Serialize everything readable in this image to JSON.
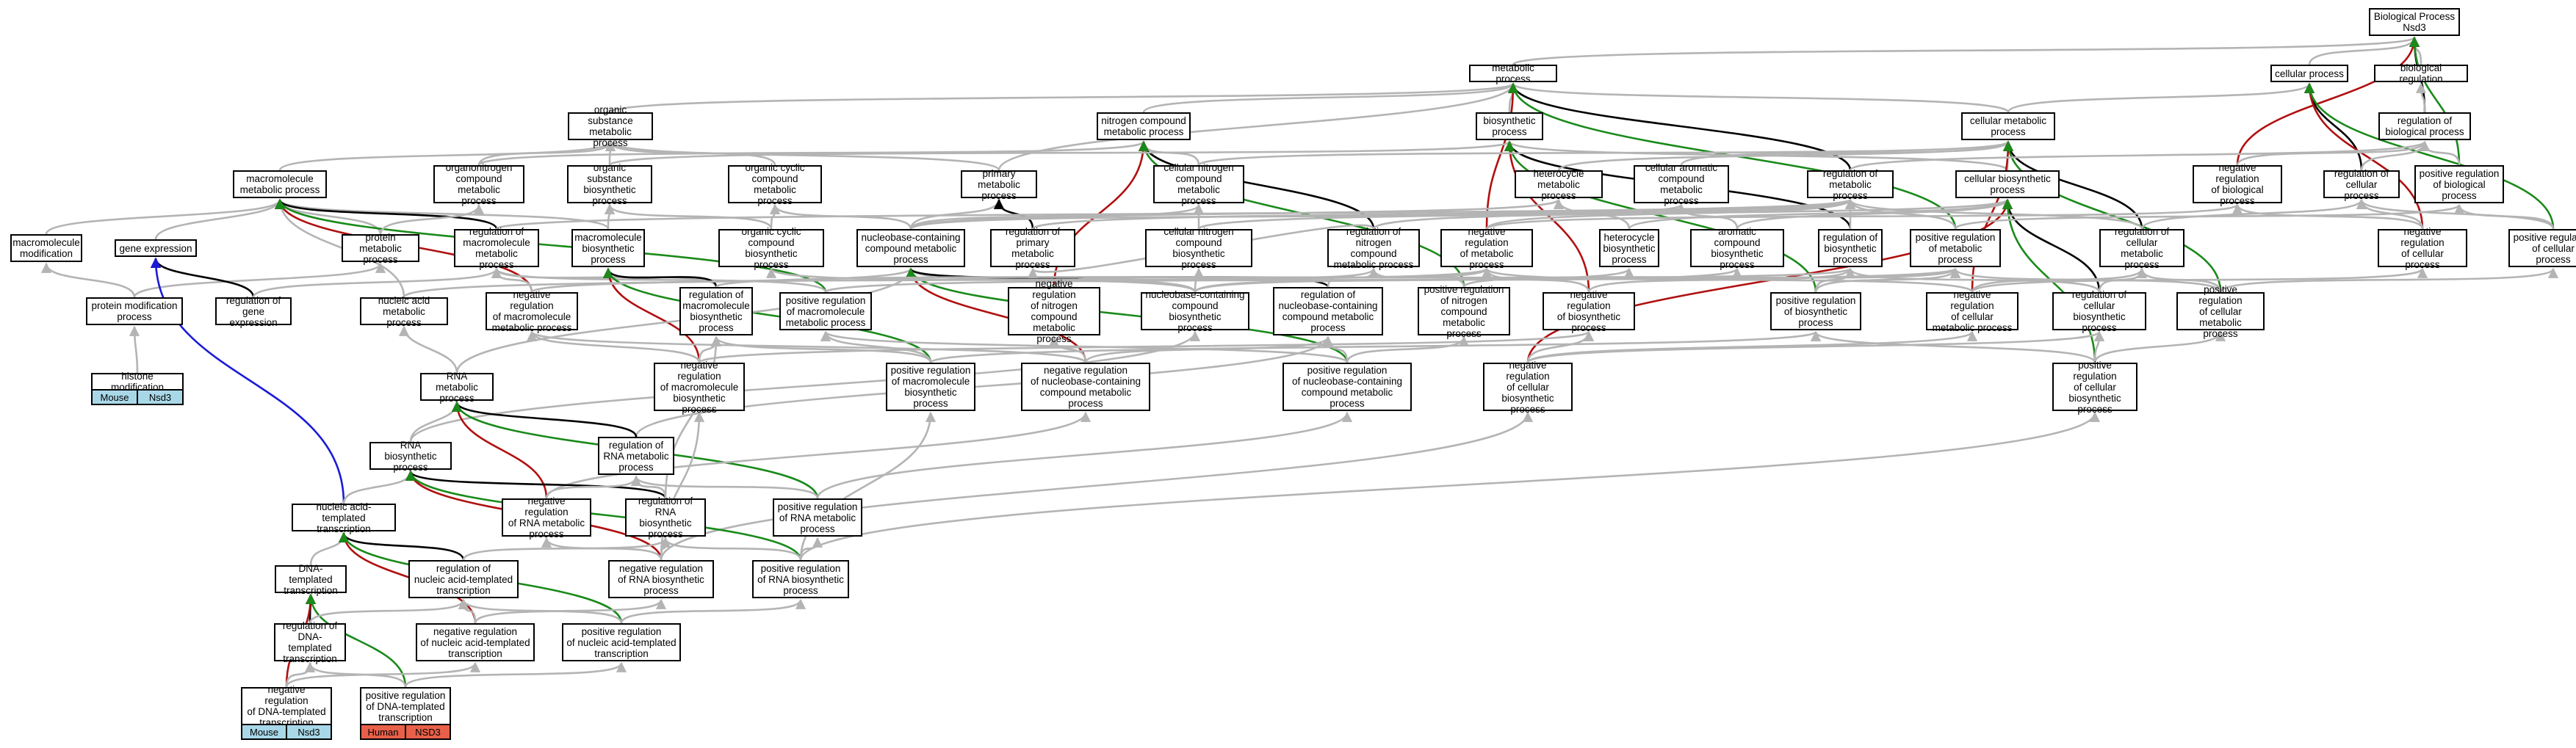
{
  "nodes": [
    {
      "id": "bp",
      "label": "Biological Process\nNsd3"
    },
    {
      "id": "cp",
      "label": "cellular process"
    },
    {
      "id": "breg",
      "label": "biological regulation"
    },
    {
      "id": "mp",
      "label": "metabolic process"
    },
    {
      "id": "osmp",
      "label": "organic substance\nmetabolic process"
    },
    {
      "id": "ncmp",
      "label": "nitrogen compound\nmetabolic process"
    },
    {
      "id": "bsp",
      "label": "biosynthetic\nprocess"
    },
    {
      "id": "cmp",
      "label": "cellular metabolic\nprocess"
    },
    {
      "id": "rbp",
      "label": "regulation of\nbiological process"
    },
    {
      "id": "mmp",
      "label": "macromolecule\nmetabolic process"
    },
    {
      "id": "onmp",
      "label": "organonitrogen\ncompound metabolic\nprocess"
    },
    {
      "id": "osbp",
      "label": "organic substance\nbiosynthetic\nprocess"
    },
    {
      "id": "occmp",
      "label": "organic cyclic\ncompound metabolic\nprocess"
    },
    {
      "id": "pmp",
      "label": "primary metabolic\nprocess"
    },
    {
      "id": "cncmp",
      "label": "cellular nitrogen\ncompound metabolic\nprocess"
    },
    {
      "id": "hmp",
      "label": "heterocycle\nmetabolic process"
    },
    {
      "id": "camp",
      "label": "cellular aromatic\ncompound metabolic\nprocess"
    },
    {
      "id": "rmp",
      "label": "regulation of\nmetabolic process"
    },
    {
      "id": "cbsp",
      "label": "cellular biosynthetic\nprocess"
    },
    {
      "id": "nrbp",
      "label": "negative regulation\nof biological\nprocess"
    },
    {
      "id": "rcp",
      "label": "regulation of\ncellular process"
    },
    {
      "id": "prbp",
      "label": "positive regulation\nof biological\nprocess"
    },
    {
      "id": "mmod",
      "label": "macromolecule\nmodification"
    },
    {
      "id": "ge",
      "label": "gene expression"
    },
    {
      "id": "prmp",
      "label": "protein metabolic\nprocess"
    },
    {
      "id": "rmmp",
      "label": "regulation of\nmacromolecule\nmetabolic process"
    },
    {
      "id": "mbp",
      "label": "macromolecule\nbiosynthetic\nprocess"
    },
    {
      "id": "occbp",
      "label": "organic cyclic\ncompound biosynthetic\nprocess"
    },
    {
      "id": "nbcmp",
      "label": "nucleobase-containing\ncompound metabolic\nprocess"
    },
    {
      "id": "rpmp",
      "label": "regulation of\nprimary metabolic\nprocess"
    },
    {
      "id": "cncbp",
      "label": "cellular nitrogen\ncompound biosynthetic\nprocess"
    },
    {
      "id": "rncmp",
      "label": "regulation of\nnitrogen compound\nmetabolic process"
    },
    {
      "id": "nrmp",
      "label": "negative regulation\nof metabolic\nprocess"
    },
    {
      "id": "hbp",
      "label": "heterocycle\nbiosynthetic\nprocess"
    },
    {
      "id": "acbp",
      "label": "aromatic compound\nbiosynthetic\nprocess"
    },
    {
      "id": "rbsp",
      "label": "regulation of\nbiosynthetic\nprocess"
    },
    {
      "id": "prmep",
      "label": "positive regulation\nof metabolic\nprocess"
    },
    {
      "id": "rcmp",
      "label": "regulation of\ncellular metabolic\nprocess"
    },
    {
      "id": "nrcp",
      "label": "negative regulation\nof cellular\nprocess"
    },
    {
      "id": "prcp",
      "label": "positive regulation\nof cellular\nprocess"
    },
    {
      "id": "pmod",
      "label": "protein modification\nprocess"
    },
    {
      "id": "rge",
      "label": "regulation of\ngene expression"
    },
    {
      "id": "namp",
      "label": "nucleic acid\nmetabolic process"
    },
    {
      "id": "nrmmp",
      "label": "negative regulation\nof macromolecule\nmetabolic process"
    },
    {
      "id": "rmbp",
      "label": "regulation of\nmacromolecule\nbiosynthetic\nprocess"
    },
    {
      "id": "prmmp",
      "label": "positive regulation\nof macromolecule\nmetabolic process"
    },
    {
      "id": "nrncmp",
      "label": "negative regulation\nof nitrogen\ncompound metabolic\nprocess"
    },
    {
      "id": "nbcbp",
      "label": "nucleobase-containing\ncompound biosynthetic\nprocess"
    },
    {
      "id": "rnbcmp",
      "label": "regulation of\nnucleobase-containing\ncompound metabolic\nprocess"
    },
    {
      "id": "prncmp",
      "label": "positive regulation\nof nitrogen\ncompound metabolic\nprocess"
    },
    {
      "id": "nrbsp",
      "label": "negative regulation\nof biosynthetic\nprocess"
    },
    {
      "id": "prbsp",
      "label": "positive regulation\nof biosynthetic\nprocess"
    },
    {
      "id": "nrcmp",
      "label": "negative regulation\nof cellular\nmetabolic process"
    },
    {
      "id": "rcbsp",
      "label": "regulation of\ncellular biosynthetic\nprocess"
    },
    {
      "id": "prcmp",
      "label": "positive regulation\nof cellular\nmetabolic process"
    },
    {
      "id": "hmod",
      "label": "histone modification"
    },
    {
      "id": "rnamp",
      "label": "RNA metabolic\nprocess"
    },
    {
      "id": "nrmbp",
      "label": "negative regulation\nof macromolecule\nbiosynthetic\nprocess"
    },
    {
      "id": "prmbp",
      "label": "positive regulation\nof macromolecule\nbiosynthetic\nprocess"
    },
    {
      "id": "nrnbcmp",
      "label": "negative regulation\nof nucleobase-containing\ncompound metabolic\nprocess"
    },
    {
      "id": "prnbcmp",
      "label": "positive regulation\nof nucleobase-containing\ncompound metabolic\nprocess"
    },
    {
      "id": "nrcbsp",
      "label": "negative regulation\nof cellular\nbiosynthetic\nprocess"
    },
    {
      "id": "prcbsp",
      "label": "positive regulation\nof cellular\nbiosynthetic\nprocess"
    },
    {
      "id": "rnabp",
      "label": "RNA biosynthetic\nprocess"
    },
    {
      "id": "rrnamp",
      "label": "regulation of\nRNA metabolic\nprocess"
    },
    {
      "id": "natt",
      "label": "nucleic acid-templated\ntranscription"
    },
    {
      "id": "nrrnamp",
      "label": "negative regulation\nof RNA metabolic\nprocess"
    },
    {
      "id": "rrnabp",
      "label": "regulation of\nRNA biosynthetic\nprocess"
    },
    {
      "id": "prrnamp",
      "label": "positive regulation\nof RNA metabolic\nprocess"
    },
    {
      "id": "dtt",
      "label": "DNA-templated\ntranscription"
    },
    {
      "id": "rnatt",
      "label": "regulation of\nnucleic acid-templated\ntranscription"
    },
    {
      "id": "nrrnabp",
      "label": "negative regulation\nof RNA biosynthetic\nprocess"
    },
    {
      "id": "prrnabp",
      "label": "positive regulation\nof RNA biosynthetic\nprocess"
    },
    {
      "id": "rdtt",
      "label": "regulation of\nDNA-templated\ntranscription"
    },
    {
      "id": "nrnatt",
      "label": "negative regulation\nof nucleic acid-templated\ntranscription"
    },
    {
      "id": "prnatt",
      "label": "positive regulation\nof nucleic acid-templated\ntranscription"
    },
    {
      "id": "nrdtt",
      "label": "negative regulation\nof DNA-templated\ntranscription"
    },
    {
      "id": "prdtt",
      "label": "positive regulation\nof DNA-templated\ntranscription"
    }
  ],
  "annotations": [
    {
      "node": "hmod",
      "species": "Mouse",
      "gene": "Nsd3",
      "color": "#a8d8e8"
    },
    {
      "node": "nrdtt",
      "species": "Mouse",
      "gene": "Nsd3",
      "color": "#a8d8e8"
    },
    {
      "node": "prdtt",
      "species": "Human",
      "gene": "NSD3",
      "color": "#e8604a"
    }
  ],
  "edge_colors": {
    "is_a": "#b4b4b4",
    "part_of": "#000000",
    "negatively_regulates": "#b01010",
    "positively_regulates": "#1a8a1a",
    "regulates": "#000000",
    "other": "#1a1ad8"
  },
  "edges": [
    [
      "cp",
      "bp",
      "is_a"
    ],
    [
      "breg",
      "bp",
      "is_a"
    ],
    [
      "mp",
      "bp",
      "is_a"
    ],
    [
      "rbp",
      "bp",
      "regulates"
    ],
    [
      "nrbp",
      "bp",
      "negatively_regulates"
    ],
    [
      "prbp",
      "bp",
      "positively_regulates"
    ],
    [
      "cmp",
      "cp",
      "is_a"
    ],
    [
      "rcp",
      "cp",
      "regulates"
    ],
    [
      "nrcp",
      "cp",
      "negatively_regulates"
    ],
    [
      "prcp",
      "cp",
      "positively_regulates"
    ],
    [
      "rbp",
      "breg",
      "is_a"
    ],
    [
      "osmp",
      "mp",
      "is_a"
    ],
    [
      "ncmp",
      "mp",
      "is_a"
    ],
    [
      "bsp",
      "mp",
      "is_a"
    ],
    [
      "cmp",
      "mp",
      "is_a"
    ],
    [
      "pmp",
      "mp",
      "is_a"
    ],
    [
      "rmp",
      "mp",
      "regulates"
    ],
    [
      "nrmp",
      "mp",
      "negatively_regulates"
    ],
    [
      "prmep",
      "mp",
      "positively_regulates"
    ],
    [
      "mmp",
      "osmp",
      "is_a"
    ],
    [
      "onmp",
      "osmp",
      "is_a"
    ],
    [
      "osbp",
      "osmp",
      "is_a"
    ],
    [
      "occmp",
      "osmp",
      "is_a"
    ],
    [
      "pmp",
      "osmp",
      "is_a"
    ],
    [
      "onmp",
      "ncmp",
      "is_a"
    ],
    [
      "cncmp",
      "ncmp",
      "is_a"
    ],
    [
      "rncmp",
      "ncmp",
      "regulates"
    ],
    [
      "nrncmp",
      "ncmp",
      "negatively_regulates"
    ],
    [
      "prncmp",
      "ncmp",
      "positively_regulates"
    ],
    [
      "osbp",
      "bsp",
      "is_a"
    ],
    [
      "cbsp",
      "bsp",
      "is_a"
    ],
    [
      "rbsp",
      "bsp",
      "regulates"
    ],
    [
      "nrbsp",
      "bsp",
      "negatively_regulates"
    ],
    [
      "prbsp",
      "bsp",
      "positively_regulates"
    ],
    [
      "cbsp",
      "cmp",
      "is_a"
    ],
    [
      "cncmp",
      "cmp",
      "is_a"
    ],
    [
      "hmp",
      "cmp",
      "is_a"
    ],
    [
      "camp",
      "cmp",
      "is_a"
    ],
    [
      "rcmp",
      "cmp",
      "regulates"
    ],
    [
      "nrcmp",
      "cmp",
      "negatively_regulates"
    ],
    [
      "prcmp",
      "cmp",
      "positively_regulates"
    ],
    [
      "rmp",
      "rbp",
      "is_a"
    ],
    [
      "rcp",
      "rbp",
      "is_a"
    ],
    [
      "nrbp",
      "rbp",
      "is_a"
    ],
    [
      "prbp",
      "rbp",
      "is_a"
    ],
    [
      "mmod",
      "mmp",
      "is_a"
    ],
    [
      "ge",
      "mmp",
      "is_a"
    ],
    [
      "prmp",
      "mmp",
      "is_a"
    ],
    [
      "mbp",
      "mmp",
      "is_a"
    ],
    [
      "namp",
      "mmp",
      "is_a"
    ],
    [
      "rmmp",
      "mmp",
      "regulates"
    ],
    [
      "nrmmp",
      "mmp",
      "negatively_regulates"
    ],
    [
      "prmmp",
      "mmp",
      "positively_regulates"
    ],
    [
      "prmp",
      "onmp",
      "is_a"
    ],
    [
      "mbp",
      "osbp",
      "is_a"
    ],
    [
      "occbp",
      "osbp",
      "is_a"
    ],
    [
      "occbp",
      "occmp",
      "is_a"
    ],
    [
      "nbcmp",
      "occmp",
      "is_a"
    ],
    [
      "nbcmp",
      "pmp",
      "is_a"
    ],
    [
      "rpmp",
      "pmp",
      "regulates"
    ],
    [
      "cncbp",
      "cncmp",
      "is_a"
    ],
    [
      "nbcmp",
      "cncmp",
      "is_a"
    ],
    [
      "hbp",
      "hmp",
      "is_a"
    ],
    [
      "nbcmp",
      "hmp",
      "is_a"
    ],
    [
      "acbp",
      "camp",
      "is_a"
    ],
    [
      "nbcmp",
      "camp",
      "is_a"
    ],
    [
      "rbsp",
      "rmp",
      "is_a"
    ],
    [
      "rcmp",
      "rmp",
      "is_a"
    ],
    [
      "rpmp",
      "rmp",
      "is_a"
    ],
    [
      "rncmp",
      "rmp",
      "is_a"
    ],
    [
      "rmmp",
      "rmp",
      "is_a"
    ],
    [
      "nrmp",
      "rmp",
      "is_a"
    ],
    [
      "prmep",
      "rmp",
      "is_a"
    ],
    [
      "hbp",
      "cbsp",
      "is_a"
    ],
    [
      "acbp",
      "cbsp",
      "is_a"
    ],
    [
      "cncbp",
      "cbsp",
      "is_a"
    ],
    [
      "rcbsp",
      "cbsp",
      "regulates"
    ],
    [
      "nrcbsp",
      "cbsp",
      "negatively_regulates"
    ],
    [
      "prcbsp",
      "cbsp",
      "positively_regulates"
    ],
    [
      "nrmp",
      "nrbp",
      "is_a"
    ],
    [
      "nrcp",
      "nrbp",
      "is_a"
    ],
    [
      "rcmp",
      "rcp",
      "is_a"
    ],
    [
      "nrcp",
      "rcp",
      "is_a"
    ],
    [
      "prcp",
      "rcp",
      "is_a"
    ],
    [
      "prmep",
      "prbp",
      "is_a"
    ],
    [
      "prcp",
      "prbp",
      "is_a"
    ],
    [
      "pmod",
      "mmod",
      "is_a"
    ],
    [
      "pmod",
      "prmp",
      "is_a"
    ],
    [
      "hmod",
      "pmod",
      "is_a"
    ],
    [
      "rge",
      "ge",
      "regulates"
    ],
    [
      "natt",
      "ge",
      "other"
    ],
    [
      "rge",
      "rmmp",
      "is_a"
    ],
    [
      "nrmmp",
      "rmmp",
      "is_a"
    ],
    [
      "prmmp",
      "rmmp",
      "is_a"
    ],
    [
      "rmbp",
      "rmmp",
      "is_a"
    ],
    [
      "rmbp",
      "mbp",
      "regulates"
    ],
    [
      "nrmbp",
      "mbp",
      "negatively_regulates"
    ],
    [
      "prmbp",
      "mbp",
      "positively_regulates"
    ],
    [
      "nbcbp",
      "nbcmp",
      "is_a"
    ],
    [
      "rnamp",
      "nbcmp",
      "is_a"
    ],
    [
      "namp",
      "nbcmp",
      "is_a"
    ],
    [
      "rnbcmp",
      "nbcmp",
      "regulates"
    ],
    [
      "nrnbcmp",
      "nbcmp",
      "negatively_regulates"
    ],
    [
      "prnbcmp",
      "nbcmp",
      "positively_regulates"
    ],
    [
      "rncmp",
      "rpmp",
      "is_a"
    ],
    [
      "nbcbp",
      "cncbp",
      "is_a"
    ],
    [
      "nbcbp",
      "hbp",
      "is_a"
    ],
    [
      "nbcbp",
      "acbp",
      "is_a"
    ],
    [
      "nbcbp",
      "occbp",
      "is_a"
    ],
    [
      "rnbcmp",
      "rncmp",
      "is_a"
    ],
    [
      "nrncmp",
      "rncmp",
      "is_a"
    ],
    [
      "prncmp",
      "rncmp",
      "is_a"
    ],
    [
      "nrbsp",
      "nrmp",
      "is_a"
    ],
    [
      "nrcmp",
      "nrmp",
      "is_a"
    ],
    [
      "nrncmp",
      "nrmp",
      "is_a"
    ],
    [
      "nrmmp",
      "nrmp",
      "is_a"
    ],
    [
      "rcbsp",
      "rbsp",
      "is_a"
    ],
    [
      "nrbsp",
      "rbsp",
      "is_a"
    ],
    [
      "prbsp",
      "rbsp",
      "is_a"
    ],
    [
      "rmbp",
      "rbsp",
      "is_a"
    ],
    [
      "prbsp",
      "prmep",
      "is_a"
    ],
    [
      "prcmp",
      "prmep",
      "is_a"
    ],
    [
      "prncmp",
      "prmep",
      "is_a"
    ],
    [
      "prmmp",
      "prmep",
      "is_a"
    ],
    [
      "rcbsp",
      "rcmp",
      "is_a"
    ],
    [
      "nrcmp",
      "rcmp",
      "is_a"
    ],
    [
      "prcmp",
      "rcmp",
      "is_a"
    ],
    [
      "nrcmp",
      "nrcp",
      "is_a"
    ],
    [
      "prcmp",
      "prcp",
      "is_a"
    ],
    [
      "rnamp",
      "namp",
      "is_a"
    ],
    [
      "nrmbp",
      "nrmmp",
      "is_a"
    ],
    [
      "nrnbcmp",
      "nrmmp",
      "is_a"
    ],
    [
      "prmbp",
      "prmmp",
      "is_a"
    ],
    [
      "prnbcmp",
      "prmmp",
      "is_a"
    ],
    [
      "nrmbp",
      "rmbp",
      "is_a"
    ],
    [
      "prmbp",
      "rmbp",
      "is_a"
    ],
    [
      "rrnabp",
      "rmbp",
      "is_a"
    ],
    [
      "nrnbcmp",
      "nrncmp",
      "is_a"
    ],
    [
      "rnabp",
      "nbcbp",
      "is_a"
    ],
    [
      "rrnamp",
      "rnbcmp",
      "is_a"
    ],
    [
      "nrnbcmp",
      "rnbcmp",
      "is_a"
    ],
    [
      "prnbcmp",
      "rnbcmp",
      "is_a"
    ],
    [
      "prnbcmp",
      "prncmp",
      "is_a"
    ],
    [
      "nrcbsp",
      "nrbsp",
      "is_a"
    ],
    [
      "nrmbp",
      "nrbsp",
      "is_a"
    ],
    [
      "prcbsp",
      "prbsp",
      "is_a"
    ],
    [
      "prmbp",
      "prbsp",
      "is_a"
    ],
    [
      "nrcbsp",
      "nrcmp",
      "is_a"
    ],
    [
      "nrcbsp",
      "rcbsp",
      "is_a"
    ],
    [
      "prcbsp",
      "rcbsp",
      "is_a"
    ],
    [
      "prcbsp",
      "prcmp",
      "is_a"
    ],
    [
      "rnabp",
      "rnamp",
      "is_a"
    ],
    [
      "rrnamp",
      "rnamp",
      "regulates"
    ],
    [
      "nrrnamp",
      "rnamp",
      "negatively_regulates"
    ],
    [
      "prrnamp",
      "rnamp",
      "positively_regulates"
    ],
    [
      "nrrnabp",
      "nrmbp",
      "is_a"
    ],
    [
      "prrnabp",
      "prmbp",
      "is_a"
    ],
    [
      "nrrnamp",
      "nrnbcmp",
      "is_a"
    ],
    [
      "prrnamp",
      "prnbcmp",
      "is_a"
    ],
    [
      "nrrnabp",
      "nrcbsp",
      "is_a"
    ],
    [
      "prrnabp",
      "prcbsp",
      "is_a"
    ],
    [
      "natt",
      "rnabp",
      "is_a"
    ],
    [
      "rrnabp",
      "rnabp",
      "regulates"
    ],
    [
      "nrrnabp",
      "rnabp",
      "negatively_regulates"
    ],
    [
      "prrnabp",
      "rnabp",
      "positively_regulates"
    ],
    [
      "rrnabp",
      "rrnamp",
      "is_a"
    ],
    [
      "nrrnamp",
      "rrnamp",
      "is_a"
    ],
    [
      "prrnamp",
      "rrnamp",
      "is_a"
    ],
    [
      "dtt",
      "natt",
      "is_a"
    ],
    [
      "rnatt",
      "natt",
      "regulates"
    ],
    [
      "nrnatt",
      "natt",
      "negatively_regulates"
    ],
    [
      "prnatt",
      "natt",
      "positively_regulates"
    ],
    [
      "nrrnabp",
      "nrrnamp",
      "is_a"
    ],
    [
      "nrrnabp",
      "rrnabp",
      "is_a"
    ],
    [
      "prrnabp",
      "rrnabp",
      "is_a"
    ],
    [
      "rnatt",
      "rrnabp",
      "is_a"
    ],
    [
      "prrnabp",
      "prrnamp",
      "is_a"
    ],
    [
      "rdtt",
      "dtt",
      "regulates"
    ],
    [
      "nrdtt",
      "dtt",
      "negatively_regulates"
    ],
    [
      "prdtt",
      "dtt",
      "positively_regulates"
    ],
    [
      "rdtt",
      "rnatt",
      "is_a"
    ],
    [
      "nrnatt",
      "rnatt",
      "is_a"
    ],
    [
      "prnatt",
      "rnatt",
      "is_a"
    ],
    [
      "nrnatt",
      "nrrnabp",
      "is_a"
    ],
    [
      "prnatt",
      "prrnabp",
      "is_a"
    ],
    [
      "nrdtt",
      "rdtt",
      "is_a"
    ],
    [
      "prdtt",
      "rdtt",
      "is_a"
    ],
    [
      "nrdtt",
      "nrnatt",
      "is_a"
    ],
    [
      "prdtt",
      "prnatt",
      "is_a"
    ]
  ]
}
